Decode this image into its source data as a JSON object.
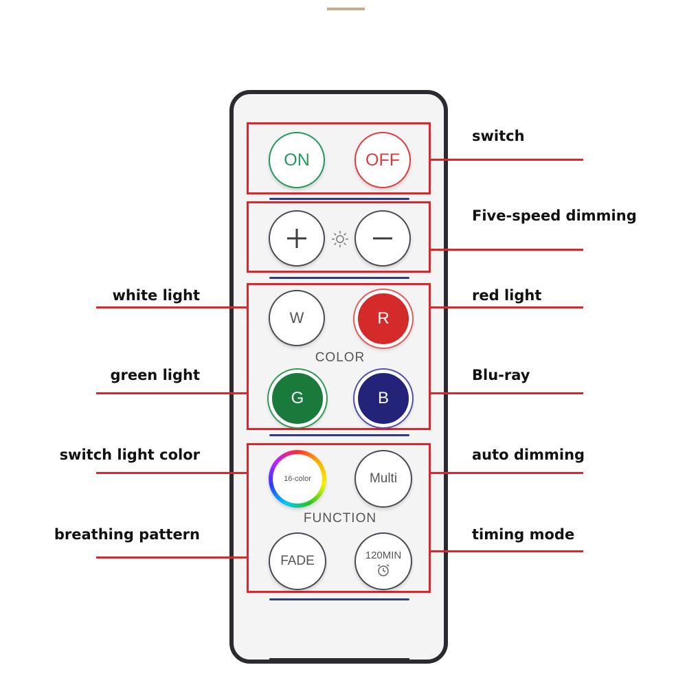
{
  "remote": {
    "buttons": {
      "on": "ON",
      "off": "OFF",
      "plus": "+",
      "minus": "−",
      "brightness_icon": "sun-icon",
      "white": "W",
      "red": "R",
      "green": "G",
      "blue": "B",
      "color16": "16-color",
      "multi": "Multi",
      "fade": "FADE",
      "timer": "120MIN",
      "timer_icon": "alarm-clock-icon"
    },
    "section_labels": {
      "color": "COLOR",
      "function": "FUNCTION"
    }
  },
  "callouts": {
    "switch": "switch",
    "dimming": "Five-speed dimming",
    "white_light": "white light",
    "red_light": "red light",
    "green_light": "green light",
    "blu_ray": "Blu-ray",
    "switch_color": "switch light color",
    "auto_dimming": "auto dimming",
    "breathing": "breathing pattern",
    "timing": "timing mode"
  },
  "colors": {
    "frame": "#e0242a",
    "on": "#1f9a5a",
    "off": "#e23a3a",
    "red_button": "#d42a2a",
    "green_button": "#1a7a3c",
    "blue_button": "#23237a",
    "divider": "#2f3a86",
    "accent": "#c9ad7c"
  }
}
